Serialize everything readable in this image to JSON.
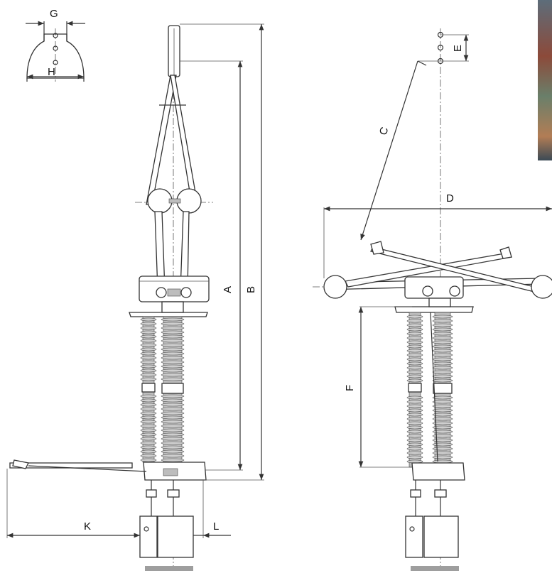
{
  "labels": {
    "G": "G",
    "H": "H",
    "A": "A",
    "B": "B",
    "C": "C",
    "D": "D",
    "E": "E",
    "F": "F",
    "K": "K",
    "L": "L"
  }
}
